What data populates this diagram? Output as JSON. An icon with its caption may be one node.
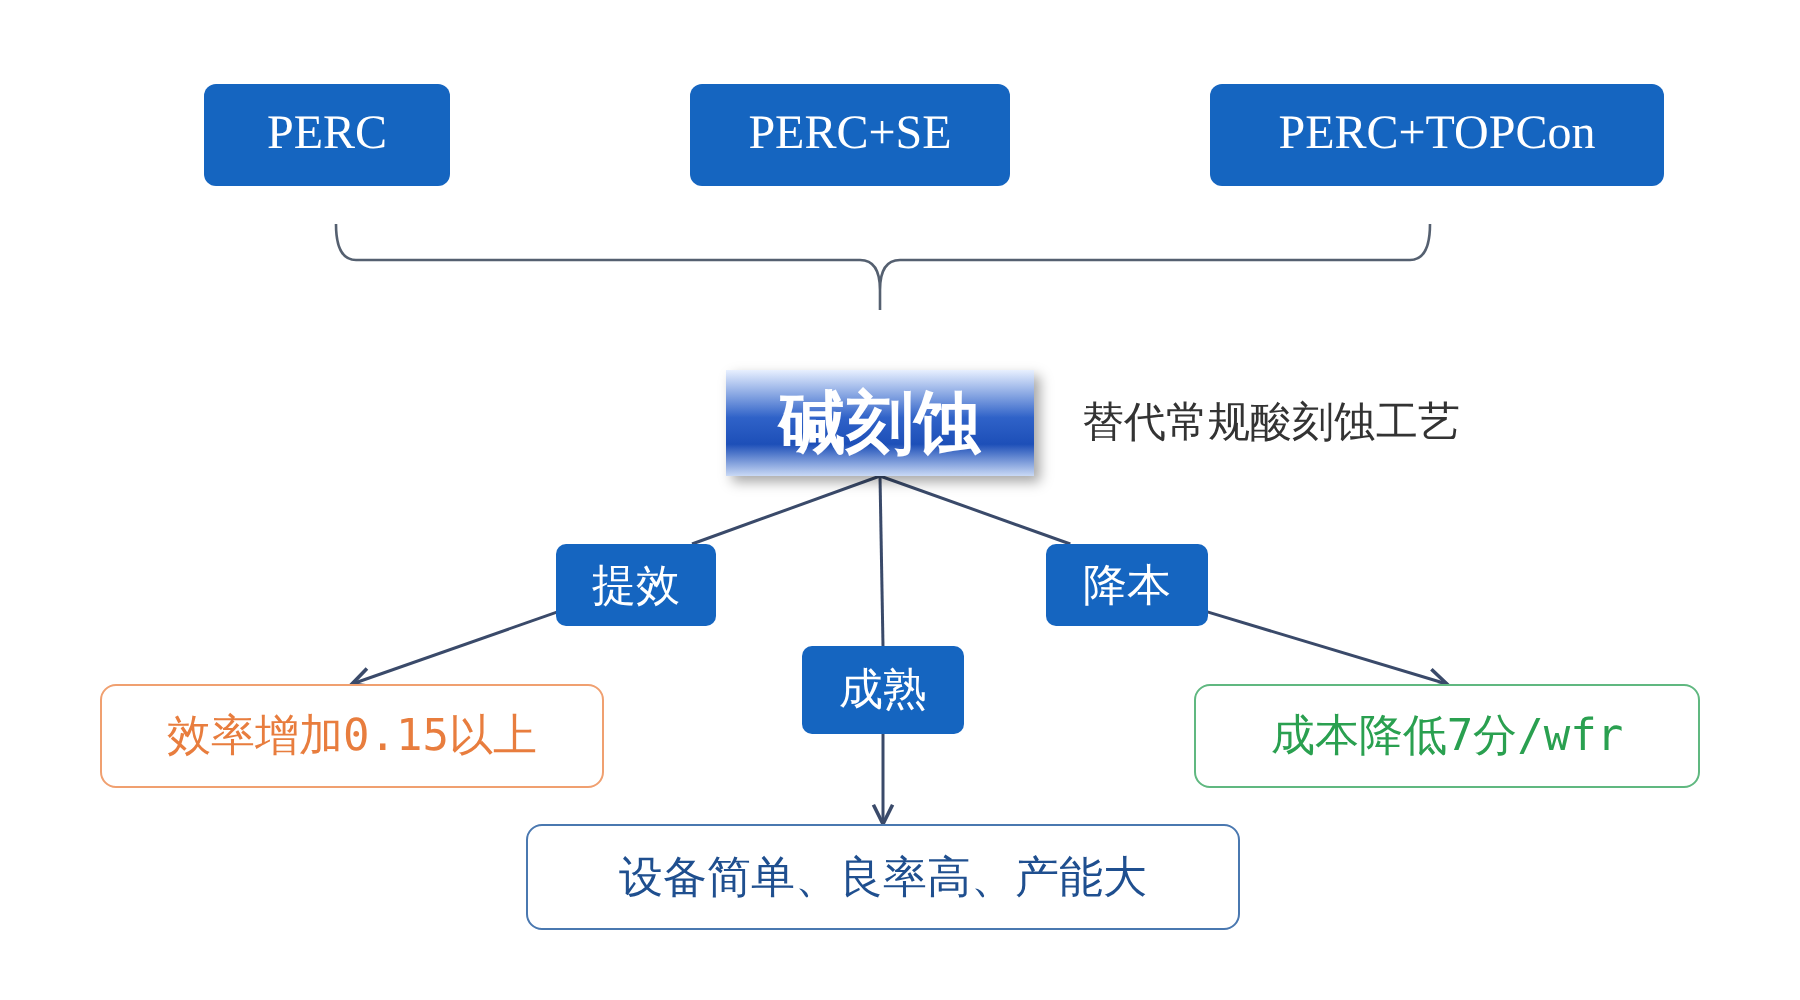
{
  "diagram": {
    "nodes": [
      {
        "text": [
          "PERC"
        ]
      },
      {
        "text": [
          "PERC+SE"
        ]
      },
      {
        "text": [
          "PERC+TOPCon"
        ]
      },
      {
        "text": [
          "碱刻蚀"
        ],
        "beside": [
          "替代常规酸刻蚀工艺"
        ]
      },
      {
        "text": [
          "提效"
        ]
      },
      {
        "text": [
          "降本"
        ]
      },
      {
        "text": [
          "成熟"
        ]
      },
      {
        "text": [
          "效率增加0.15以上"
        ]
      },
      {
        "text": [
          "成本降低7分/wfr"
        ]
      },
      {
        "text": [
          "设备简单、良率高、产能大"
        ]
      }
    ],
    "edges": [
      {
        "from": 3,
        "to": 4,
        "arrow": "none"
      },
      {
        "from": 4,
        "to": 7,
        "arrow": "to"
      },
      {
        "from": 3,
        "to": 5,
        "arrow": "none"
      },
      {
        "from": 5,
        "to": 8,
        "arrow": "to"
      },
      {
        "from": 3,
        "to": 6,
        "arrow": "none"
      },
      {
        "from": 6,
        "to": 9,
        "arrow": "to"
      }
    ]
  }
}
